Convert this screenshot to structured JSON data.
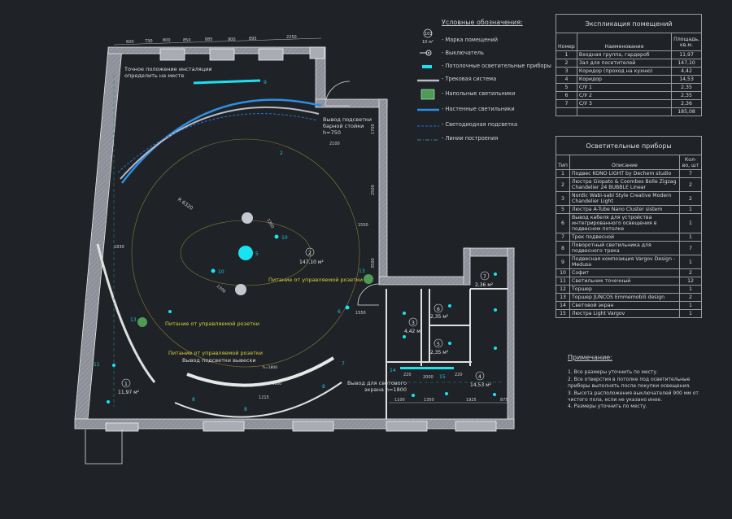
{
  "legend": {
    "title": "Условные обозначения:",
    "room_mark_number": "101",
    "room_mark_area": "10 м²",
    "items": [
      {
        "label": "- Марка помещений",
        "icon": "room-mark-icon"
      },
      {
        "label": "- Выключатель",
        "icon": "switch-icon"
      },
      {
        "label": "- Потолочные осветительные приборы",
        "icon": "ceiling-light-icon",
        "color": "#19e3f0"
      },
      {
        "label": "- Трековая система",
        "icon": "track-system-icon",
        "color": "#b8bcc4"
      },
      {
        "label": "- Напольные светильники",
        "icon": "floor-lamp-icon",
        "color": "#4f9a55"
      },
      {
        "label": "- Настенные светильники",
        "icon": "wall-light-icon",
        "color": "#2b8fe6"
      },
      {
        "label": "- Светодиодная подсветка",
        "icon": "led-strip-icon",
        "color": "#2b6fd0"
      },
      {
        "label": "- Линии построения",
        "icon": "construction-line-icon",
        "color": "#3a8a8a"
      }
    ]
  },
  "rooms_table": {
    "title": "Экспликация помещений",
    "headers": [
      "Номер",
      "Наименование",
      "Площадь, кв.м."
    ],
    "rows": [
      [
        "1",
        "Входная группа, гардероб",
        "11,97"
      ],
      [
        "2",
        "Зал для посетителей",
        "147,10"
      ],
      [
        "3",
        "Коридор (проход на кухню)",
        "4,42"
      ],
      [
        "4",
        "Коридор",
        "14,53"
      ],
      [
        "5",
        "С/У 1",
        "2,35"
      ],
      [
        "6",
        "С/У 2",
        "2,35"
      ],
      [
        "7",
        "С/У 3",
        "2,36"
      ]
    ],
    "total": "185,08"
  },
  "fixtures_table": {
    "title": "Осветительные приборы",
    "headers": [
      "Тип",
      "Описание",
      "Кол-во, шт"
    ],
    "rows": [
      [
        "1",
        "Подвес KONO LIGHT by Dechem studio",
        "7"
      ],
      [
        "2",
        "Люстра Giopato & Coombes Bolle Zigzag Chandelier 24 BUBBLE Linear",
        "2"
      ],
      [
        "3",
        "Nordic Wabi-sabi Style Creative Modern Chandelier Light",
        "2"
      ],
      [
        "5",
        "Люстра A-Tube Nano Cluster sistem",
        "1"
      ],
      [
        "6",
        "Вывод кабеля для устройства интегрированного освещения в подвесном потолке",
        "1"
      ],
      [
        "7",
        "Трек подвесной",
        "1"
      ],
      [
        "8",
        "Поворотный светильника для подвесного трека",
        "7"
      ],
      [
        "9",
        "Подвесная композиция Vargov Design - Medusa",
        "1"
      ],
      [
        "10",
        "Софит",
        "2"
      ],
      [
        "11",
        "Светильник точечный",
        "12"
      ],
      [
        "12",
        "Торшер",
        "1"
      ],
      [
        "13",
        "Торшер JUNCOS Emmemobili design",
        "2"
      ],
      [
        "14",
        "Световой экран",
        "1"
      ],
      [
        "15",
        "Люстра Light Vargov",
        "1"
      ]
    ]
  },
  "notes": {
    "title": "Примечание:",
    "items": [
      "1. Все размеры уточнить по месту.",
      "2. Все отверстия в потолке под осветительные приборы выполнять после покупки освещения.",
      "3. Высота расположения выключателей 900 мм от чистого пола, если не указано иное.",
      "4. Размеры уточнить по месту."
    ]
  },
  "plan": {
    "top_dims": [
      "600",
      "730",
      "800",
      "850",
      "885",
      "900",
      "895",
      "2250"
    ],
    "bottom_dims": [
      "1100",
      "1350",
      "1925",
      "875"
    ],
    "other_dims": [
      "R 6320",
      "1700",
      "2100",
      "2500",
      "1550",
      "1550",
      "1830",
      "3500",
      "1300",
      "1300",
      "1215",
      "2000",
      "220",
      "220"
    ],
    "annotations": {
      "install_note": "Точное положение инсталяции определить на месте",
      "bar_light": "Вывод подсветки барной стойки h=750",
      "power1": "Питание от управляемой розетки",
      "power2": "Питание от управляемой розетки",
      "power3": "Питание от управляемой розетки",
      "sign_light": "Вывод подсветки вывески",
      "screen_out": "Вывод для светового экрана h=1800",
      "h1800a": "h=1800",
      "h1800b": "h=1800"
    },
    "rooms": [
      {
        "num": "1",
        "area": "11,97 м²"
      },
      {
        "num": "2",
        "area": "147,10 м²"
      },
      {
        "num": "3",
        "area": "4,42 м²"
      },
      {
        "num": "4",
        "area": "14,53 м²"
      },
      {
        "num": "5",
        "area": "2,35 м²"
      },
      {
        "num": "6",
        "area": "2,35 м²"
      },
      {
        "num": "7",
        "area": "2,36 м²"
      }
    ],
    "tags": [
      "9",
      "1",
      "2",
      "3",
      "5",
      "10",
      "13",
      "6",
      "7",
      "8",
      "11",
      "14",
      "15"
    ]
  }
}
